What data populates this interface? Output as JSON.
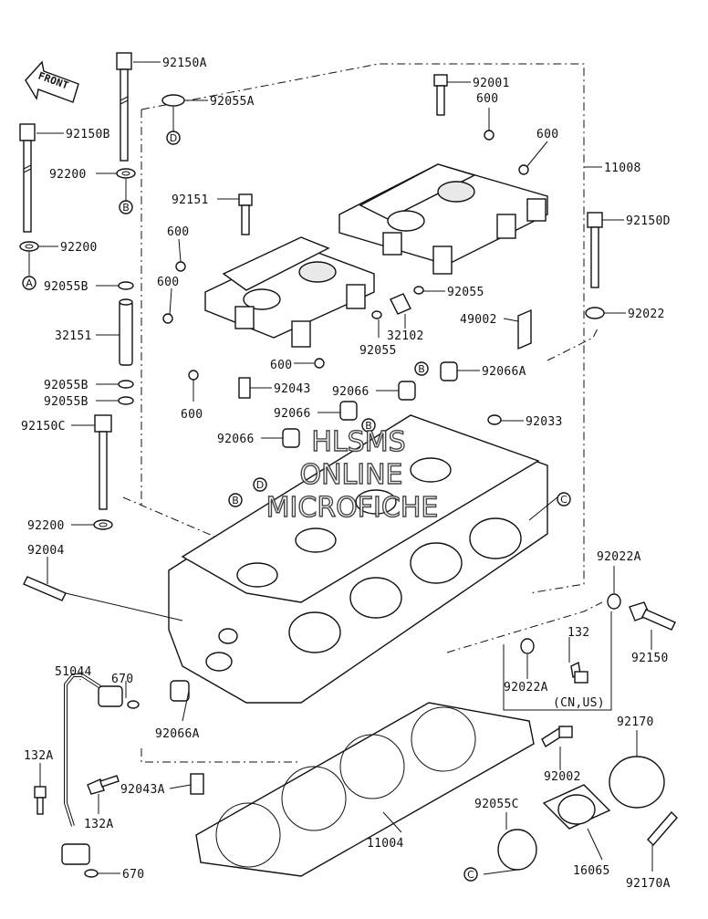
{
  "front_arrow": {
    "label": "FRONT"
  },
  "watermark": {
    "line1": "HLSMS",
    "line2": "ONLINE",
    "line3": "MICROFICHE"
  },
  "callouts": [
    {
      "key": "92150A",
      "text": "92150A"
    },
    {
      "key": "92055A",
      "text": "92055A"
    },
    {
      "key": "92150B",
      "text": "92150B"
    },
    {
      "key": "92200a",
      "text": "92200"
    },
    {
      "key": "92200b",
      "text": "92200"
    },
    {
      "key": "92055B_a",
      "text": "92055B"
    },
    {
      "key": "32151",
      "text": "32151"
    },
    {
      "key": "92055B_b",
      "text": "92055B"
    },
    {
      "key": "92055B_c",
      "text": "92055B"
    },
    {
      "key": "92150C",
      "text": "92150C"
    },
    {
      "key": "92200c",
      "text": "92200"
    },
    {
      "key": "92004",
      "text": "92004"
    },
    {
      "key": "51044",
      "text": "51044"
    },
    {
      "key": "670a",
      "text": "670"
    },
    {
      "key": "132A_a",
      "text": "132A"
    },
    {
      "key": "132A_b",
      "text": "132A"
    },
    {
      "key": "670b",
      "text": "670"
    },
    {
      "key": "92001",
      "text": "92001"
    },
    {
      "key": "600a",
      "text": "600"
    },
    {
      "key": "600b",
      "text": "600"
    },
    {
      "key": "11008",
      "text": "11008"
    },
    {
      "key": "92151",
      "text": "92151"
    },
    {
      "key": "600c",
      "text": "600"
    },
    {
      "key": "600d",
      "text": "600"
    },
    {
      "key": "92150D",
      "text": "92150D"
    },
    {
      "key": "92055a",
      "text": "92055"
    },
    {
      "key": "32102",
      "text": "32102"
    },
    {
      "key": "92055b",
      "text": "92055"
    },
    {
      "key": "49002",
      "text": "49002"
    },
    {
      "key": "92022",
      "text": "92022"
    },
    {
      "key": "600e",
      "text": "600"
    },
    {
      "key": "92043",
      "text": "92043"
    },
    {
      "key": "600f",
      "text": "600"
    },
    {
      "key": "92066A_a",
      "text": "92066A"
    },
    {
      "key": "92066a",
      "text": "92066"
    },
    {
      "key": "92066b",
      "text": "92066"
    },
    {
      "key": "92066c",
      "text": "92066"
    },
    {
      "key": "92033",
      "text": "92033"
    },
    {
      "key": "92022A_a",
      "text": "92022A"
    },
    {
      "key": "132",
      "text": "132"
    },
    {
      "key": "92150",
      "text": "92150"
    },
    {
      "key": "92022A_b",
      "text": "92022A"
    },
    {
      "key": "cnus",
      "text": "(CN,US)"
    },
    {
      "key": "92066A_b",
      "text": "92066A"
    },
    {
      "key": "92043A",
      "text": "92043A"
    },
    {
      "key": "92002",
      "text": "92002"
    },
    {
      "key": "92170",
      "text": "92170"
    },
    {
      "key": "92055C",
      "text": "92055C"
    },
    {
      "key": "11004",
      "text": "11004"
    },
    {
      "key": "16065",
      "text": "16065"
    },
    {
      "key": "92170A",
      "text": "92170A"
    }
  ],
  "ref_markers": [
    {
      "key": "D1",
      "letter": "D"
    },
    {
      "key": "B1",
      "letter": "B"
    },
    {
      "key": "A1",
      "letter": "A"
    },
    {
      "key": "B2",
      "letter": "B"
    },
    {
      "key": "B3",
      "letter": "B"
    },
    {
      "key": "D2",
      "letter": "D"
    },
    {
      "key": "B4",
      "letter": "B"
    },
    {
      "key": "C1",
      "letter": "C"
    },
    {
      "key": "C2",
      "letter": "C"
    }
  ]
}
